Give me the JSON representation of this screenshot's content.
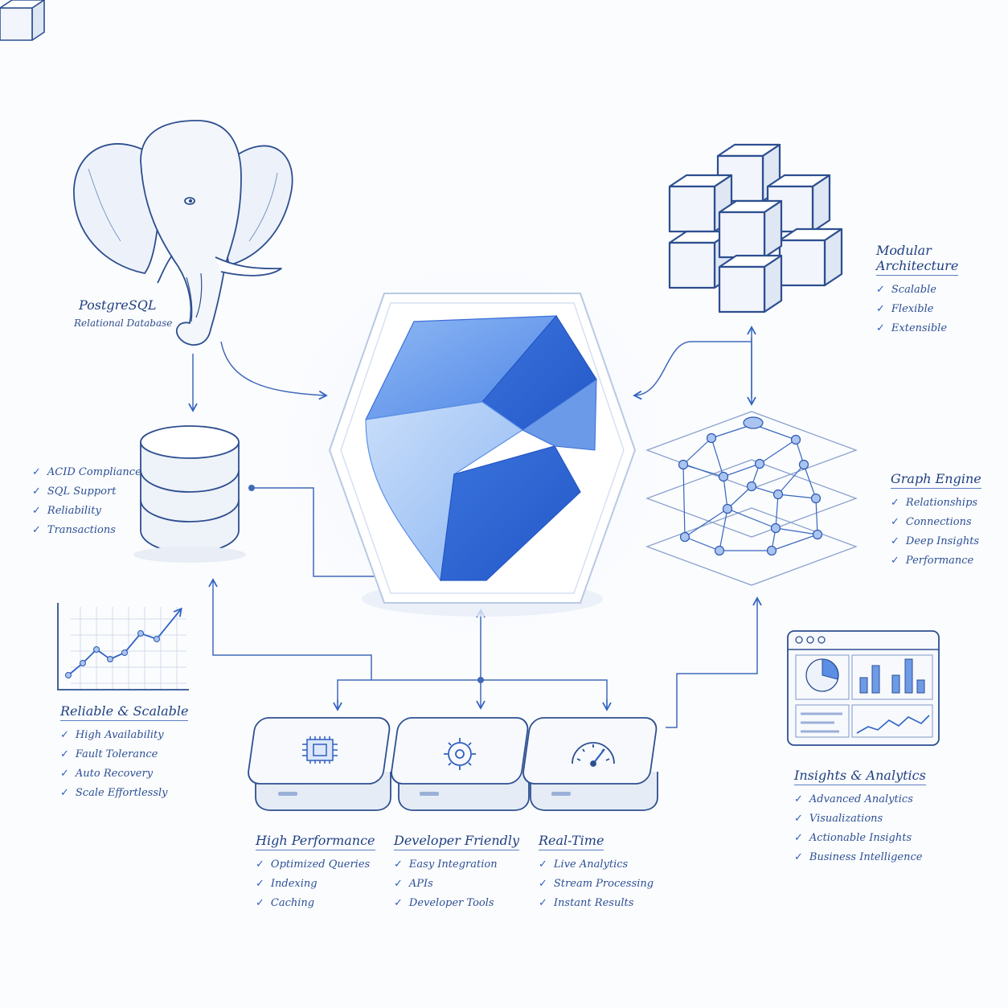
{
  "colors": {
    "ink": "#2a4a8c",
    "accent": "#2f6fe0",
    "light_blue": "#a9c9f6",
    "mid_blue": "#5b93ea",
    "dark_blue": "#2a62d4",
    "paper": "#fbfcfe"
  },
  "check_glyph": "✓",
  "postgres": {
    "title": "PostgreSQL",
    "subtitle": "Relational Database"
  },
  "database": {
    "items": [
      "ACID Compliance",
      "SQL Support",
      "Reliability",
      "Transactions"
    ]
  },
  "reliable": {
    "title": "Reliable & Scalable",
    "items": [
      "High Availability",
      "Fault Tolerance",
      "Auto Recovery",
      "Scale Effortlessly"
    ]
  },
  "modular": {
    "title_line1": "Modular",
    "title_line2": "Architecture",
    "items": [
      "Scalable",
      "Flexible",
      "Extensible"
    ]
  },
  "graph": {
    "title": "Graph Engine",
    "items": [
      "Relationships",
      "Connections",
      "Deep Insights",
      "Performance"
    ]
  },
  "insights": {
    "title": "Insights & Analytics",
    "items": [
      "Advanced Analytics",
      "Visualizations",
      "Actionable Insights",
      "Business Intelligence"
    ]
  },
  "performance": {
    "title": "High Performance",
    "items": [
      "Optimized Queries",
      "Indexing",
      "Caching"
    ]
  },
  "developer": {
    "title": "Developer Friendly",
    "items": [
      "Easy Integration",
      "APIs",
      "Developer Tools"
    ]
  },
  "realtime": {
    "title": "Real-Time",
    "items": [
      "Live Analytics",
      "Stream Processing",
      "Instant Results"
    ]
  },
  "icons": {
    "center": "core-logo-icon",
    "elephant": "elephant-icon",
    "database": "database-icon",
    "cubes": "cubes-icon",
    "graph": "graph-network-icon",
    "dashboard": "dashboard-icon",
    "trend": "trend-chart-icon",
    "chip": "chip-icon",
    "gear": "gear-icon",
    "gauge": "gauge-icon"
  }
}
